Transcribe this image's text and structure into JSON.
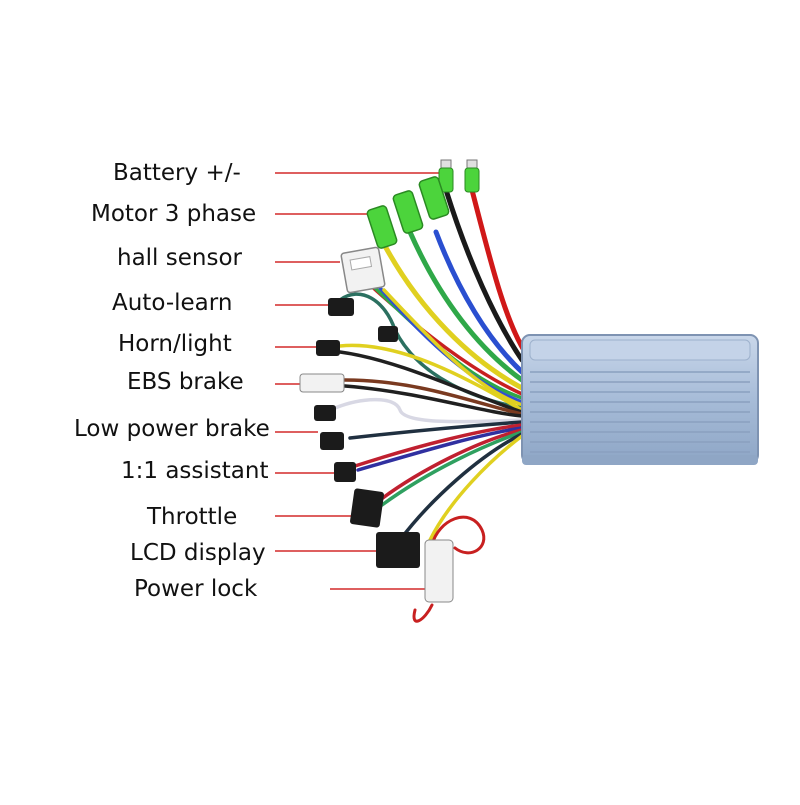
{
  "diagram": {
    "labels": [
      {
        "id": "battery",
        "text": "Battery +/-"
      },
      {
        "id": "motor",
        "text": "Motor 3 phase"
      },
      {
        "id": "hall",
        "text": "hall sensor"
      },
      {
        "id": "autolearn",
        "text": "Auto-learn"
      },
      {
        "id": "horn",
        "text": "Horn/light"
      },
      {
        "id": "ebs",
        "text": "EBS brake"
      },
      {
        "id": "lowbrake",
        "text": "Low power brake"
      },
      {
        "id": "assistant",
        "text": "1:1 assistant"
      },
      {
        "id": "throttle",
        "text": "Throttle"
      },
      {
        "id": "lcd",
        "text": "LCD display"
      },
      {
        "id": "powerlock",
        "text": "Power lock"
      }
    ],
    "colors": {
      "leader_line": "#d42a2a",
      "controller_body": "#a9bdd8",
      "connector_green": "#4cd43c",
      "connector_black": "#1b1b1b",
      "connector_white": "#f2f2f2"
    }
  }
}
